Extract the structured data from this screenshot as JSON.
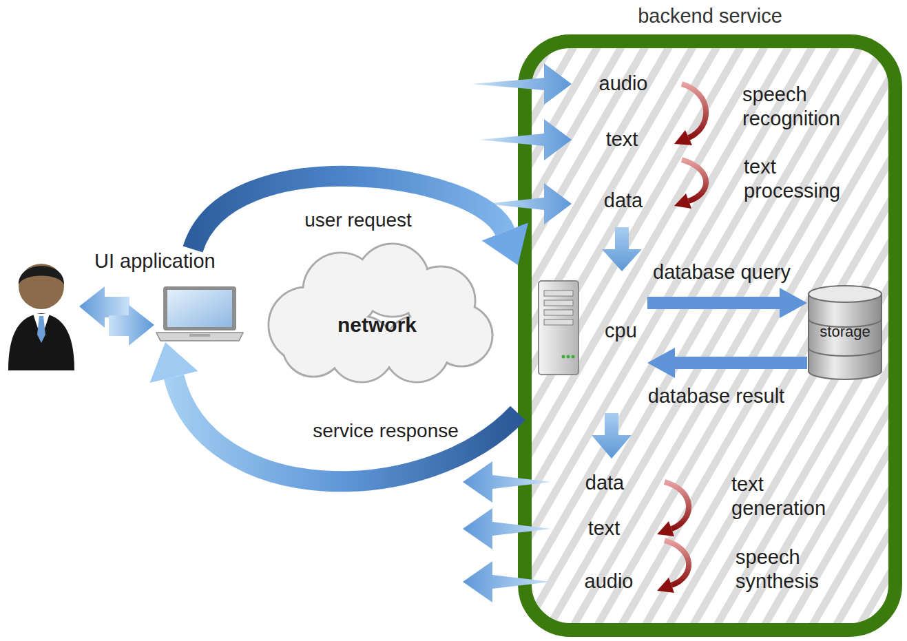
{
  "diagram": {
    "nodes": [
      {
        "text": [
          "UI application"
        ]
      },
      {
        "text": [
          "network"
        ]
      },
      {
        "text": [
          "backend service"
        ]
      },
      {
        "text": [
          "cpu"
        ],
        "in": 2
      },
      {
        "text": [
          "storage"
        ],
        "in": 2
      }
    ],
    "edges": [
      {
        "from": 0,
        "to": 2,
        "label": "user request",
        "arrow": "to"
      },
      {
        "from": 2,
        "to": 0,
        "label": "service response",
        "arrow": "to"
      },
      {
        "from": 3,
        "to": 4,
        "label": "database query",
        "arrow": "to"
      },
      {
        "from": 4,
        "to": 3,
        "label": "database result",
        "arrow": "to"
      }
    ],
    "labels": [
      "audio",
      "text",
      "data",
      "speech recognition",
      "text processing",
      "data",
      "text",
      "audio",
      "text generation",
      "speech synthesis"
    ]
  }
}
